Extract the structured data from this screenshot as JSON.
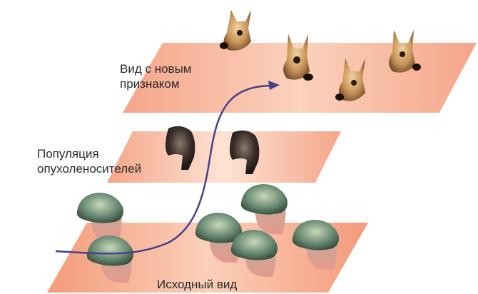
{
  "labels": {
    "top_line1": "Вид с новым",
    "top_line2": "признаком",
    "mid_line1": "Популяция",
    "mid_line2": "опухоленосителей",
    "bottom": "Исходный вид"
  },
  "colors": {
    "plane_light": "#fde3d2",
    "plane_dark": "#f5a58a",
    "arrow": "#4a3f8c",
    "head_top": "#c8955a",
    "head_mid": "#3a2e2a",
    "head_bottom": "#5f7f6a"
  },
  "figures": {
    "top_plane_heads": 4,
    "middle_plane_heads": 2,
    "bottom_plane_heads": 6
  }
}
